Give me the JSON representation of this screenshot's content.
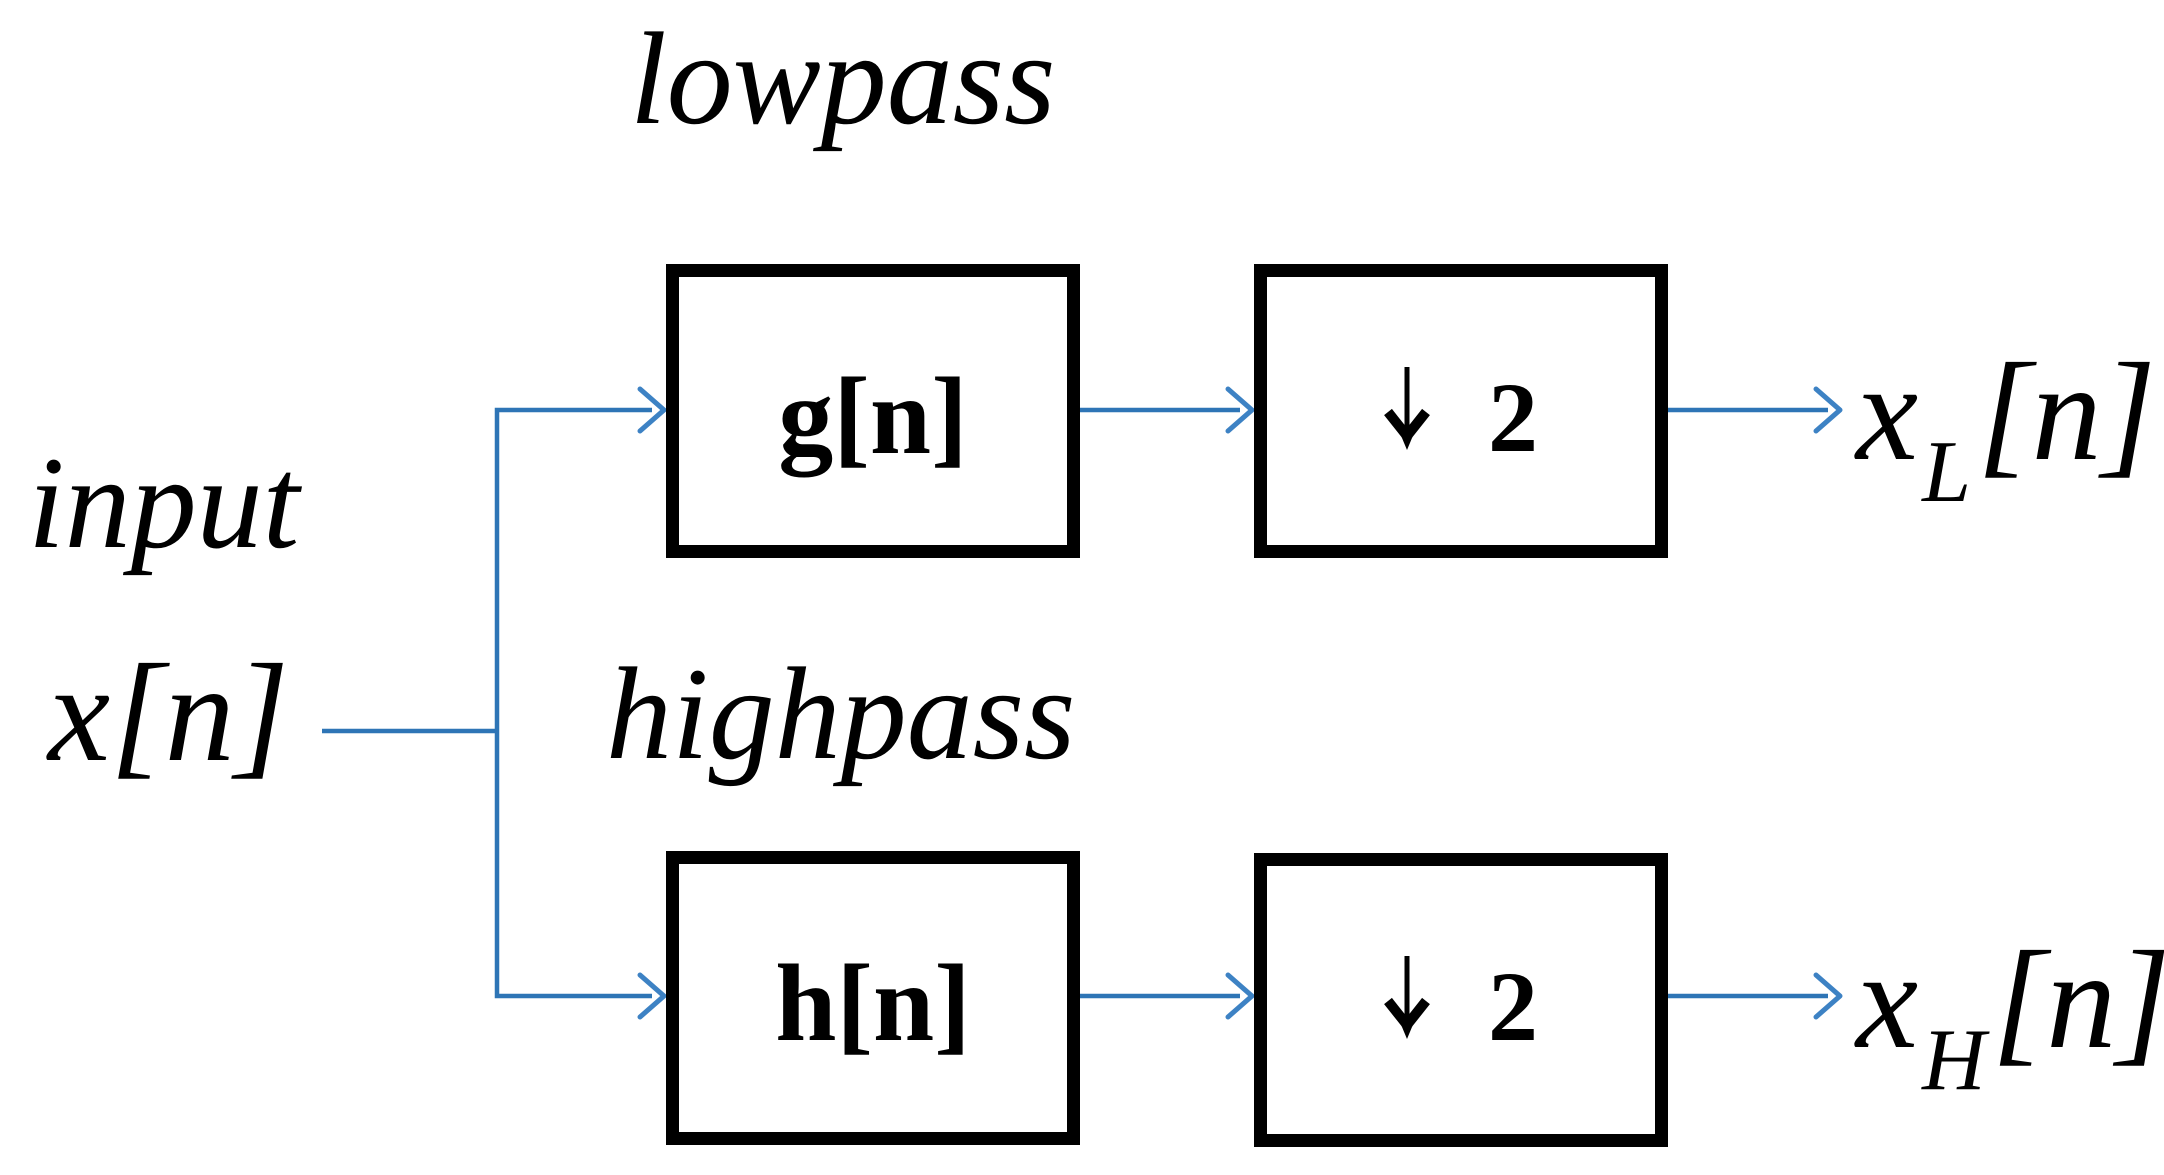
{
  "figure": {
    "kind": "filter-bank-block-diagram",
    "background_color": "#ffffff",
    "wire_color": "#2E75B6",
    "arrowhead_color": "#3D82C4",
    "box_border_color": "#000000",
    "text_color": "#000000",
    "annotations": {
      "lowpass": "lowpass",
      "highpass": "highpass",
      "input_caption": "input",
      "input_signal": "x[n]"
    },
    "blocks": {
      "lowpass_filter": "g[n]",
      "highpass_filter": "h[n]",
      "downsample_factor": "2",
      "downsample_symbol": "down-arrow"
    },
    "outputs": {
      "low": {
        "base": "x",
        "sub": "L",
        "index": "[n]"
      },
      "high": {
        "base": "x",
        "sub": "H",
        "index": "[n]"
      }
    }
  }
}
